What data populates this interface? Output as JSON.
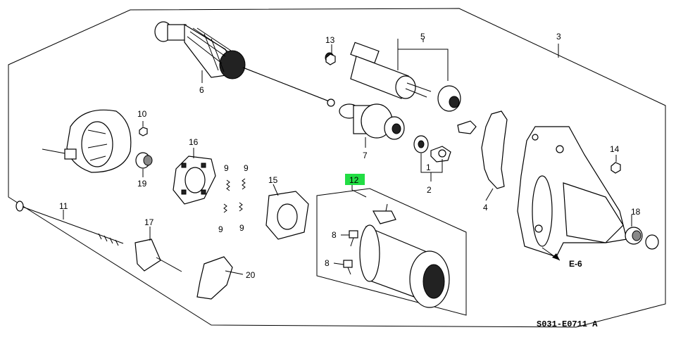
{
  "highlight_color": "#22dd44",
  "diagram_code": "S031-E0711 A",
  "direction_label": "E-6",
  "callouts": [
    {
      "key": "c1",
      "text": "1"
    },
    {
      "key": "c2",
      "text": "2"
    },
    {
      "key": "c3",
      "text": "3"
    },
    {
      "key": "c4",
      "text": "4"
    },
    {
      "key": "c5",
      "text": "5"
    },
    {
      "key": "c6",
      "text": "6"
    },
    {
      "key": "c7",
      "text": "7"
    },
    {
      "key": "c8a",
      "text": "8"
    },
    {
      "key": "c8b",
      "text": "8"
    },
    {
      "key": "c9a",
      "text": "9"
    },
    {
      "key": "c9b",
      "text": "9"
    },
    {
      "key": "c9c",
      "text": "9"
    },
    {
      "key": "c9d",
      "text": "9"
    },
    {
      "key": "c10",
      "text": "10"
    },
    {
      "key": "c11",
      "text": "11"
    },
    {
      "key": "c12",
      "text": "12"
    },
    {
      "key": "c13",
      "text": "13"
    },
    {
      "key": "c14",
      "text": "14"
    },
    {
      "key": "c15",
      "text": "15"
    },
    {
      "key": "c16",
      "text": "16"
    },
    {
      "key": "c17",
      "text": "17"
    },
    {
      "key": "c18",
      "text": "18"
    },
    {
      "key": "c19",
      "text": "19"
    },
    {
      "key": "c20",
      "text": "20"
    }
  ]
}
